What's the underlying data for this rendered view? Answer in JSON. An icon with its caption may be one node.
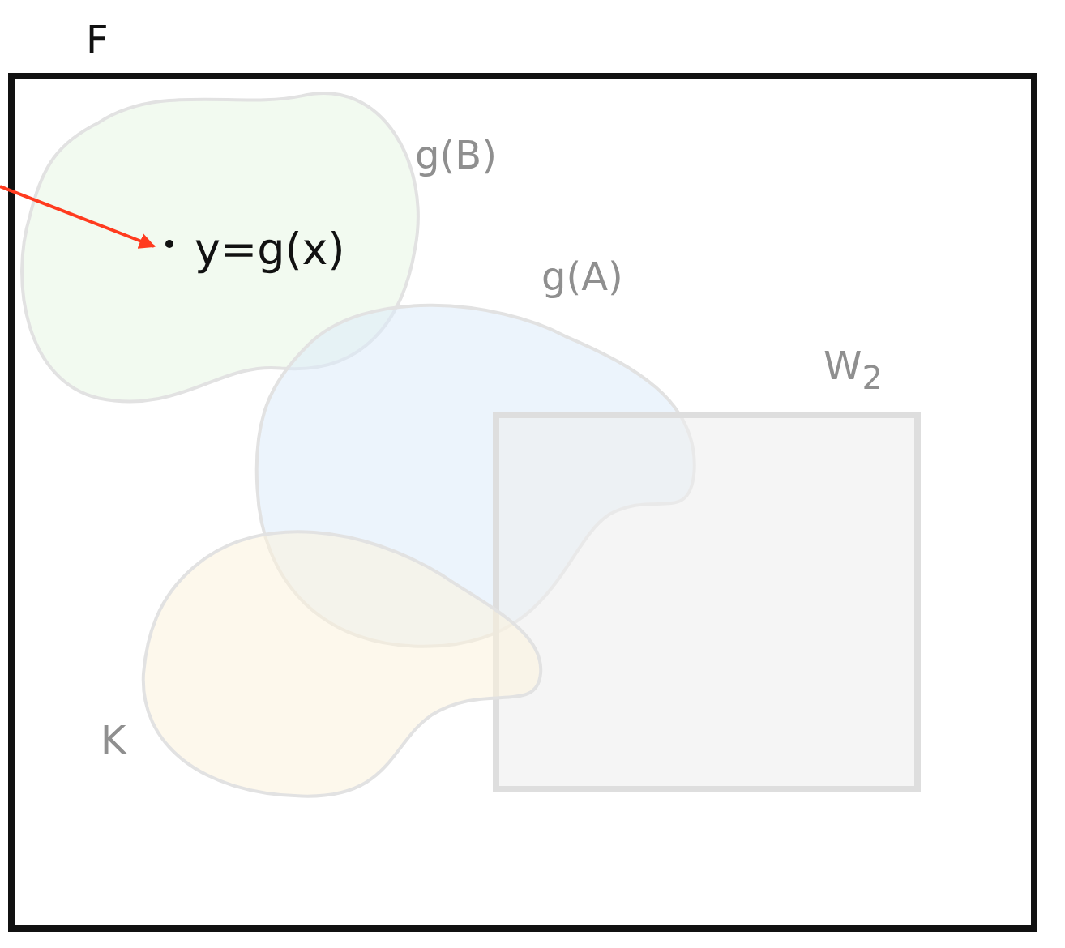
{
  "diagram": {
    "nodes": [
      {
        "text": [
          "F"
        ]
      },
      {
        "text": [
          "g(B)"
        ],
        "in": 0
      },
      {
        "text": [
          "y=g(x)"
        ],
        "in": 1
      },
      {
        "text": [
          "g(A)"
        ],
        "in": 0
      },
      {
        "text": [
          "W$_{2}$"
        ],
        "in": 0
      },
      {
        "text": [
          "K"
        ],
        "in": 0
      }
    ],
    "edges": [
      {
        "from": null,
        "to": 2,
        "arrow": "to",
        "color": "#ff3b1f"
      }
    ]
  }
}
